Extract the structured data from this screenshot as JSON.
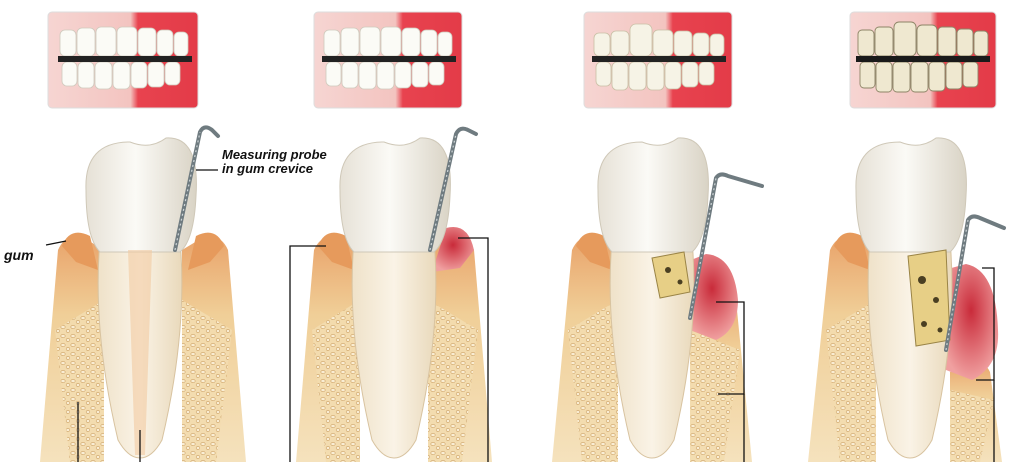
{
  "labels": {
    "probe_line1": "Measuring probe",
    "probe_line2": "in gum crevice",
    "gum": "gum"
  },
  "stages": [
    {
      "id": "stage-1"
    },
    {
      "id": "stage-2"
    },
    {
      "id": "stage-3"
    },
    {
      "id": "stage-4"
    }
  ],
  "colors": {
    "enamel": "#f4f1ea",
    "root": "#f6eedf",
    "bone": "#efd6a4",
    "bone_dark": "#c89a5a",
    "gum": "#e8a56e",
    "gum_inflamed": "#d8505a",
    "gum_pink": "#f3b7b7",
    "probe": "#7f8a8e",
    "tartar": "#d8c27a",
    "leader": "#111111"
  }
}
